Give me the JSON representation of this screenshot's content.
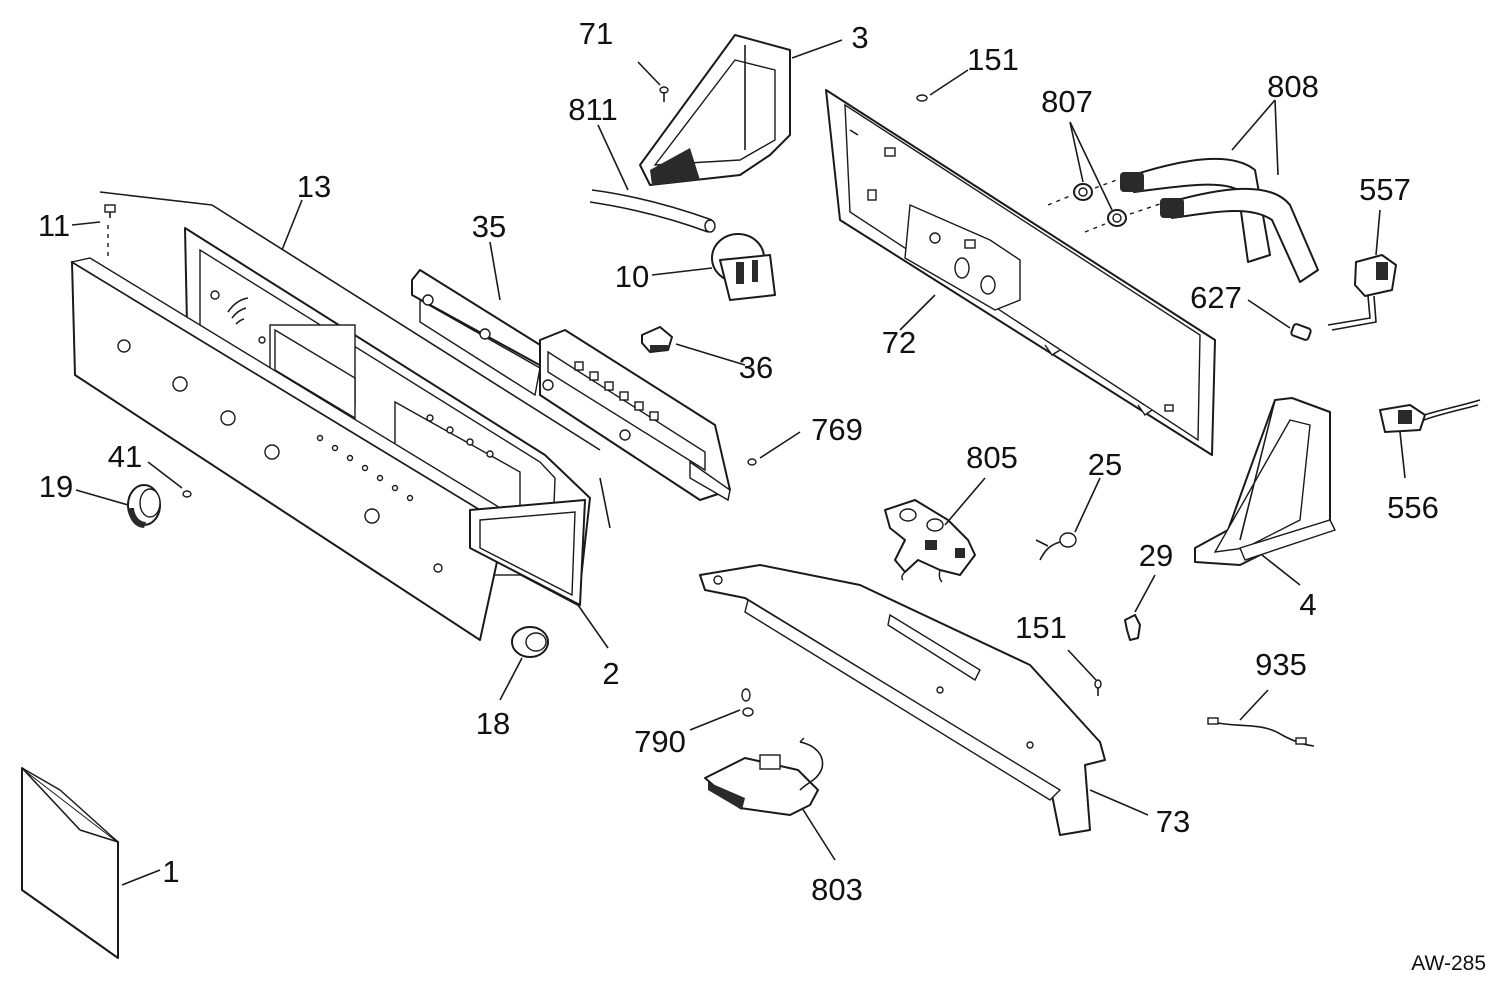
{
  "labels": {
    "p71": "71",
    "p3": "3",
    "p151_top": "151",
    "p807": "807",
    "p808": "808",
    "p811": "811",
    "p13": "13",
    "p11": "11",
    "p35": "35",
    "p10": "10",
    "p557": "557",
    "p627": "627",
    "p36": "36",
    "p72": "72",
    "p769": "769",
    "p805": "805",
    "p25": "25",
    "p41": "41",
    "p19": "19",
    "p556": "556",
    "p29": "29",
    "p4": "4",
    "p151_bottom": "151",
    "p935": "935",
    "p2": "2",
    "p18": "18",
    "p790": "790",
    "p73": "73",
    "p1": "1",
    "p803": "803"
  },
  "figure_ref": "AW-285"
}
